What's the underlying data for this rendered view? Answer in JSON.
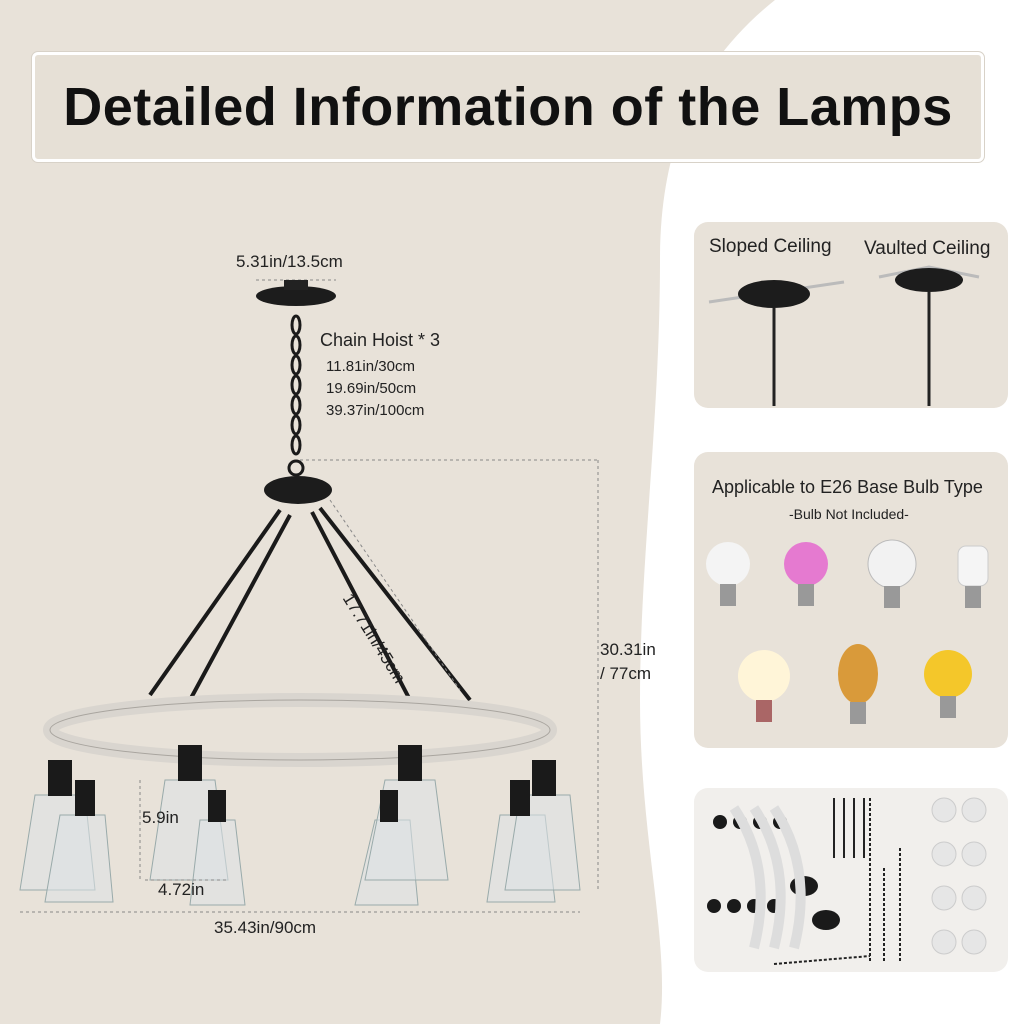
{
  "title": "Detailed Information of the Lamps",
  "dimensions": {
    "canopy": "5.31in/13.5cm",
    "chain_title": "Chain Hoist * 3",
    "chain_options": [
      "11.81in/30cm",
      "19.69in/50cm",
      "39.37in/100cm"
    ],
    "arm_length": "17.71in/45cm",
    "height_in": "30.31in",
    "height_cm": "/ 77cm",
    "shade_height": "5.9in",
    "shade_width": "4.72in",
    "total_width": "35.43in/90cm"
  },
  "ceiling_panel": {
    "sloped": "Sloped Ceiling",
    "vaulted": "Vaulted Ceiling"
  },
  "bulb_panel": {
    "title": "Applicable to E26 Base Bulb Type",
    "subtitle": "-Bulb Not Included-"
  },
  "colors": {
    "background": "#e8e2d9",
    "text": "#111111"
  }
}
